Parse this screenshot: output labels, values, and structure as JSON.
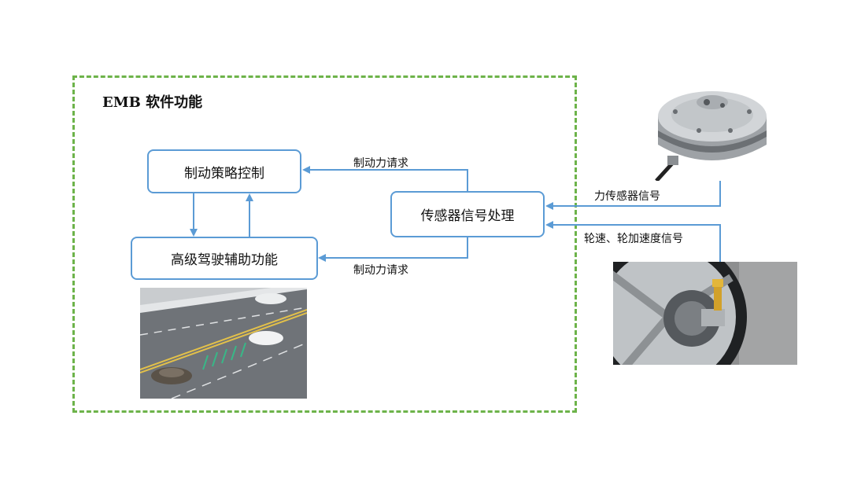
{
  "diagram": {
    "group_title": "EMB 软件功能",
    "nodes": {
      "brake_strategy": "制动策略控制",
      "adas": "高级驾驶辅助功能",
      "sensor_processing": "传感器信号处理"
    },
    "edges": {
      "to_strategy": "制动力请求",
      "to_adas": "制动力请求",
      "force_signal": "力传感器信号",
      "wheel_signal": "轮速、轮加速度信号"
    }
  },
  "colors": {
    "frame": "#6db34a",
    "node_border": "#5b9bd5",
    "arrow": "#5b9bd5"
  },
  "images": {
    "adas_scene": "highway-adas-illustration",
    "force_sensor": "load-cell-force-sensor-photo",
    "wheel_sensor": "wheel-speed-sensor-photo"
  }
}
